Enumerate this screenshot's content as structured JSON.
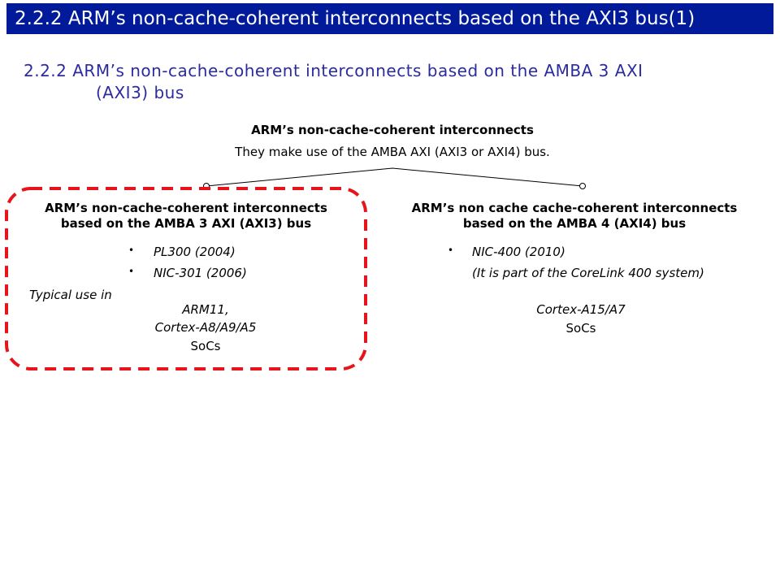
{
  "slide": {
    "title": "2.2.2 ARM’s non-cache-coherent interconnects based on the AXI3 bus(1)",
    "heading_line1": "2.2.2 ARM’s non-cache-coherent interconnects based on the AMBA 3 AXI",
    "heading_line2": "(AXI3) bus"
  },
  "diagram": {
    "root_title": "ARM’s non-cache-coherent  interconnects",
    "root_subtitle": "They make use of the AMBA AXI (AXI3 or AXI4) bus.",
    "left": {
      "title_line1": "ARM’s non-cache-coherent  interconnects",
      "title_line2": "based on the AMBA 3 AXI (AXI3) bus",
      "items": [
        "PL300 (2004)",
        "NIC-301 (2006)"
      ],
      "typical_use_label": "Typical use in",
      "use_line1": "ARM11,",
      "use_line2": "Cortex-A8/A9/A5",
      "use_line3": "SoCs"
    },
    "right": {
      "title_line1": "ARM’s non cache cache-coherent interconnects",
      "title_line2": "based on the AMBA 4 (AXI4)  bus",
      "items": [
        "NIC-400 (2010)"
      ],
      "note": "(It is part of the CoreLink 400 system)",
      "use_line1": "Cortex-A15/A7",
      "use_line2": "SoCs"
    }
  },
  "colors": {
    "title_bar_bg": "#001a99",
    "heading_text": "#2b2ba0",
    "highlight_dashed_border": "#e8141c"
  }
}
